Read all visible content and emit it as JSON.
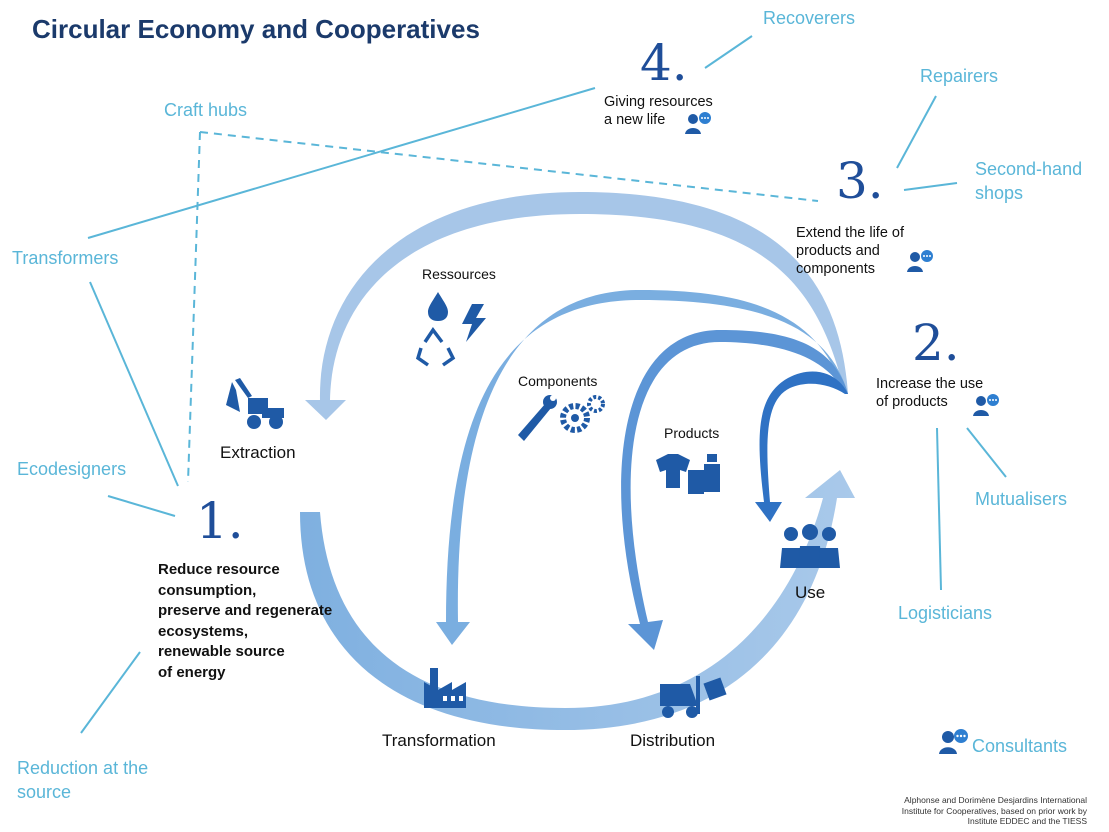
{
  "title": "Circular Economy and Cooperatives",
  "actors": {
    "recoverers": "Recoverers",
    "repairers": "Repairers",
    "second_hand_line1": "Second-hand",
    "second_hand_line2": "shops",
    "craft_hubs": "Craft hubs",
    "transformers": "Transformers",
    "ecodesigners": "Ecodesigners",
    "mutualisers": "Mutualisers",
    "logisticians": "Logisticians",
    "consultants": "Consultants",
    "reduction_line1": "Reduction at the",
    "reduction_line2": "source"
  },
  "strategies": [
    {
      "number": "1.",
      "lines": [
        "Reduce resource",
        "consumption,",
        "preserve and regenerate",
        "ecosystems,",
        "renewable source",
        "of energy"
      ]
    },
    {
      "number": "2.",
      "lines": [
        "Increase the use",
        "of products"
      ]
    },
    {
      "number": "3.",
      "lines": [
        "Extend the life of",
        "products and",
        "components"
      ]
    },
    {
      "number": "4.",
      "lines": [
        "Giving resources",
        "a new life"
      ]
    }
  ],
  "stages": {
    "extraction": "Extraction",
    "transformation": "Transformation",
    "distribution": "Distribution",
    "use": "Use"
  },
  "flows": {
    "ressources": "Ressources",
    "components": "Components",
    "products": "Products"
  },
  "credit": {
    "line1": "Alphonse and Dorimène Desjardins International",
    "line2": "Institute for Cooperatives, based on prior work by",
    "line3": "Institute EDDEC and the TIESS"
  },
  "colors": {
    "title": "#1b3a6b",
    "actor": "#5ab6d8",
    "icon": "#1f5aa6",
    "arc_light": "#a7c6e8",
    "arc_mid": "#6fa3dc",
    "arc_dark": "#3d7fcc"
  }
}
